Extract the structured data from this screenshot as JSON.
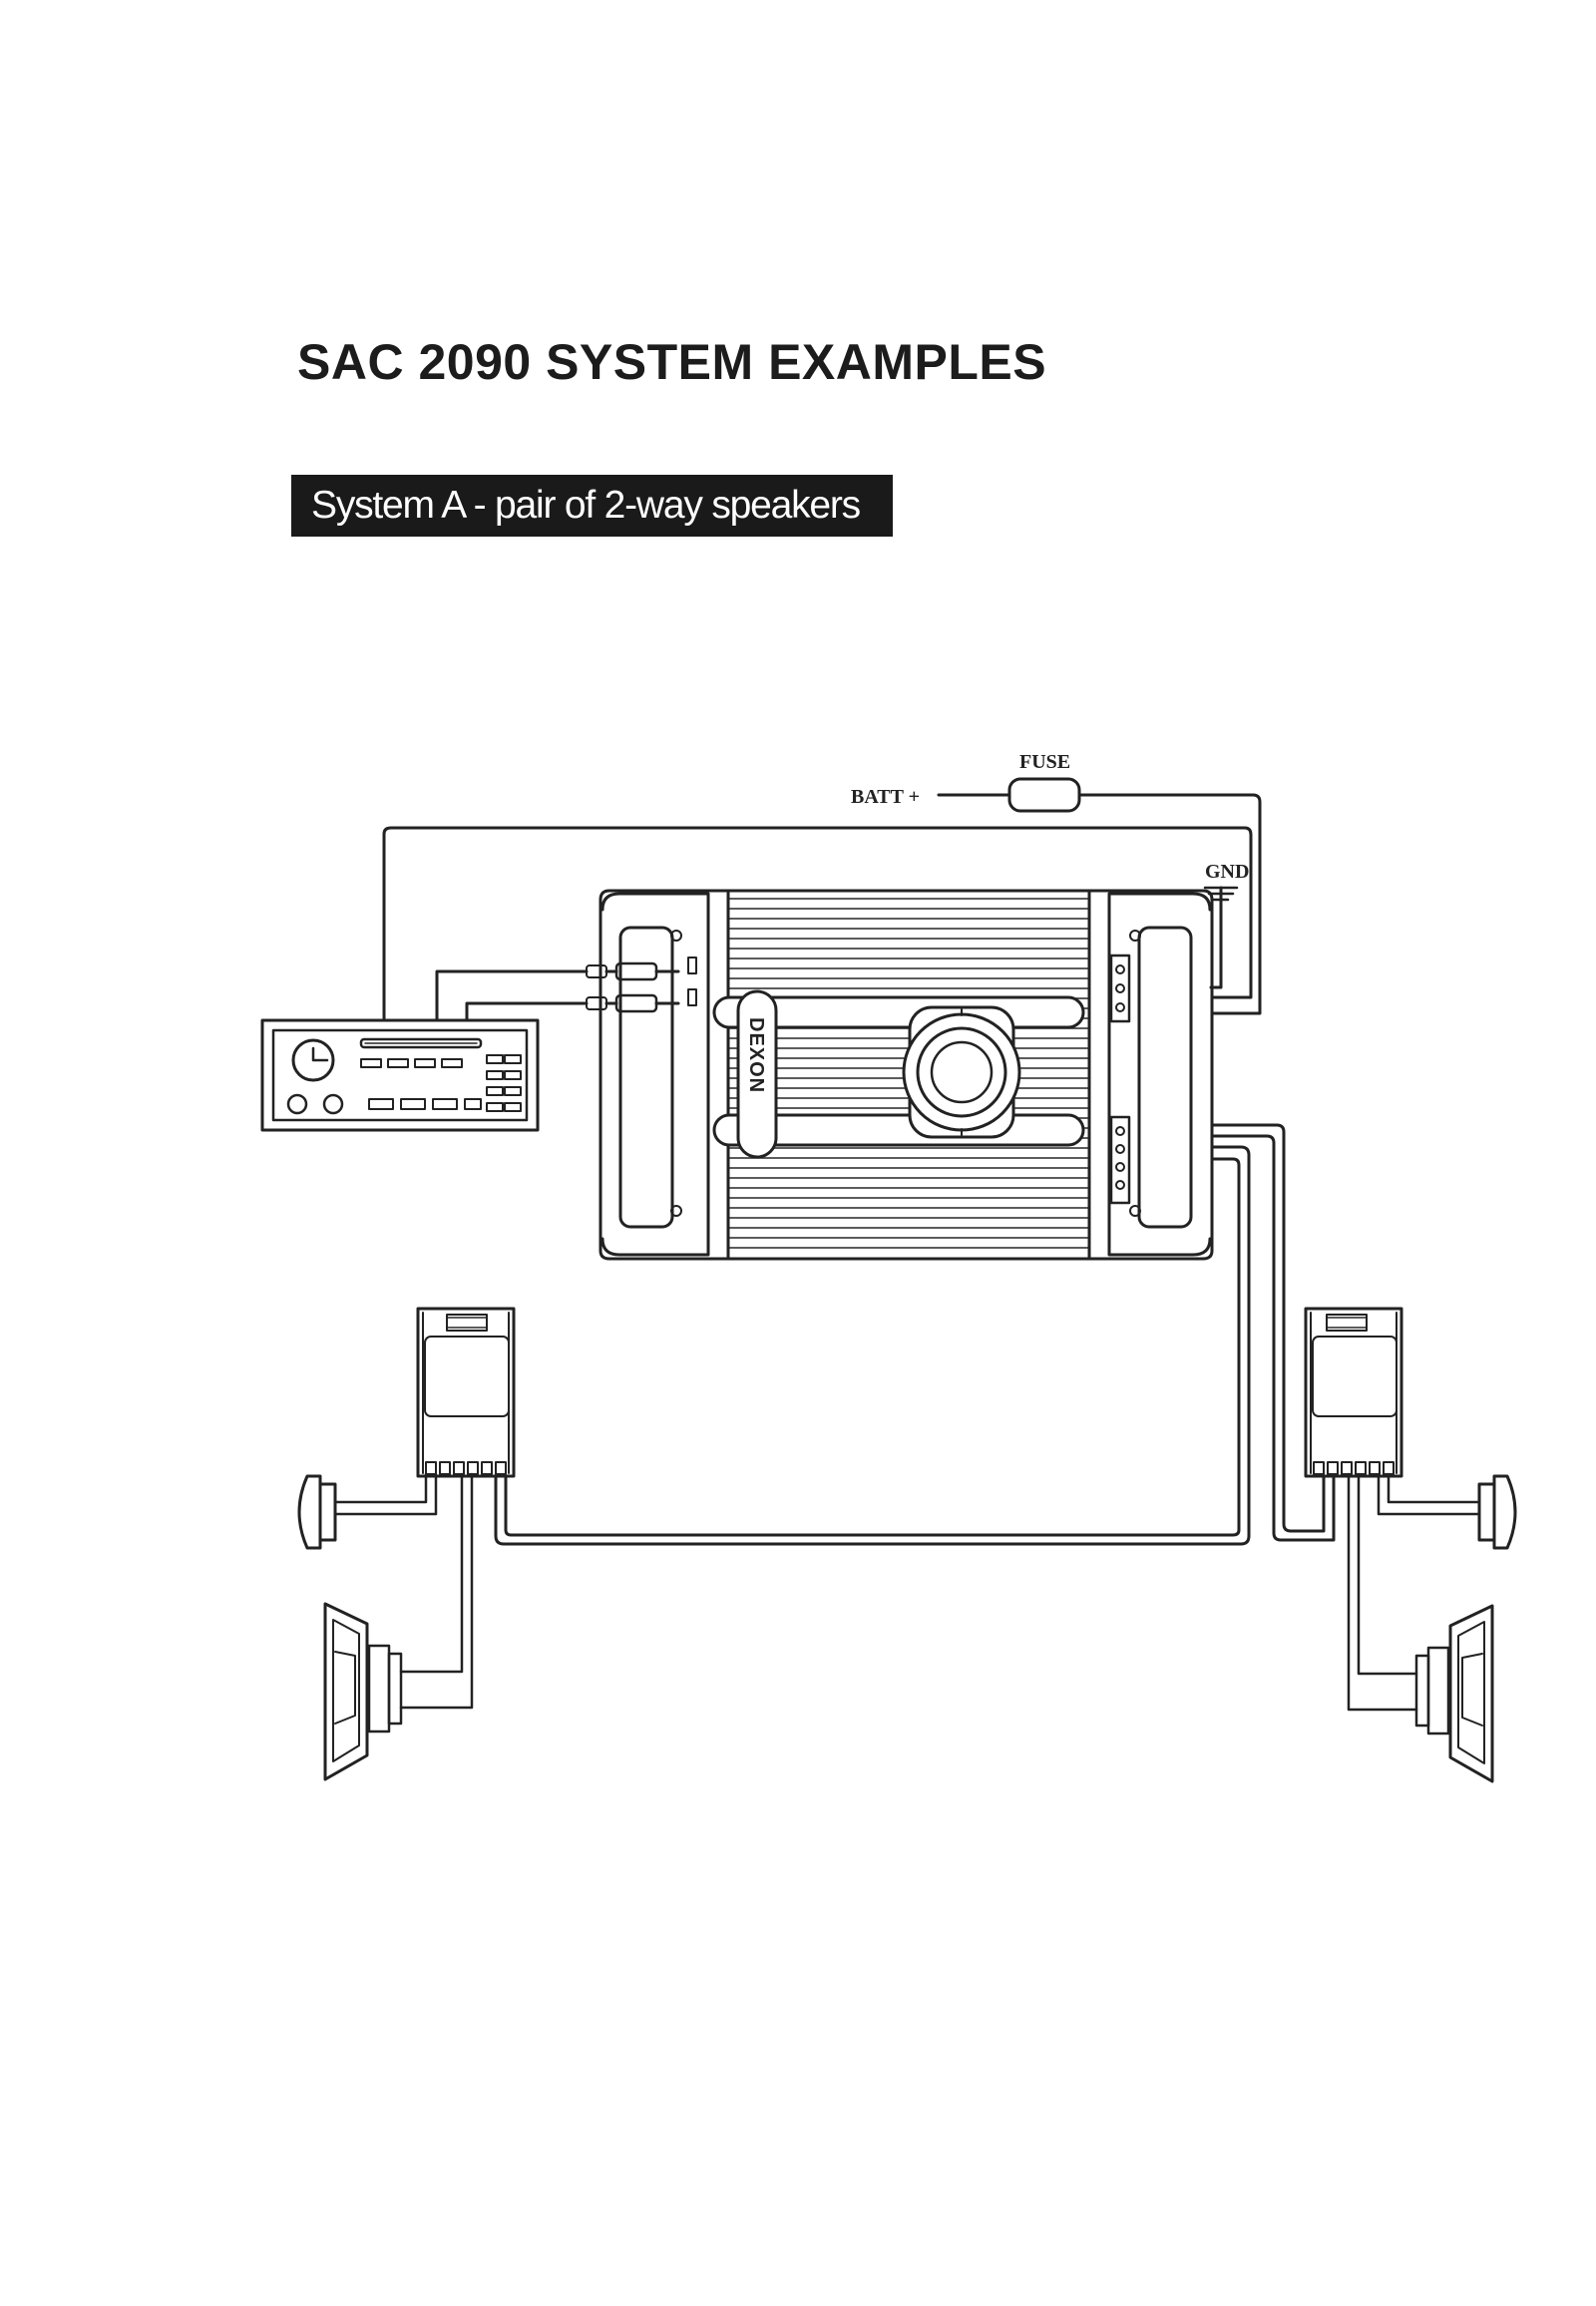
{
  "document": {
    "title": "SAC 2090 SYSTEM EXAMPLES",
    "section_title": "System A - pair of 2-way speakers"
  },
  "diagram": {
    "labels": {
      "fuse": "FUSE",
      "batt": "BATT +",
      "gnd": "GND",
      "brand": "DEXON"
    },
    "colors": {
      "ink": "#222222",
      "paper": "#ffffff"
    }
  }
}
